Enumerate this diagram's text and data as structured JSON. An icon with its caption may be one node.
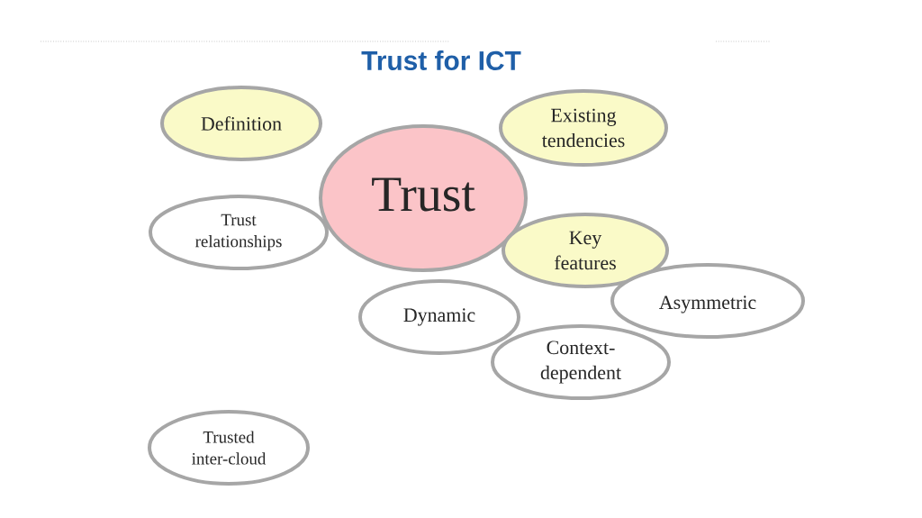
{
  "diagram": {
    "title": "Trust for ICT",
    "nodes": [
      {
        "text": [
          "Definition"
        ]
      },
      {
        "text": [
          "Existing tendencies"
        ]
      },
      {
        "text": [
          "Trust"
        ]
      },
      {
        "text": [
          "Trust relationships"
        ]
      },
      {
        "text": [
          "Key features"
        ]
      },
      {
        "text": [
          "Dynamic"
        ]
      },
      {
        "text": [
          "Asymmetric"
        ]
      },
      {
        "text": [
          "Context-dependent"
        ]
      },
      {
        "text": [
          "Trusted inter-cloud"
        ]
      }
    ]
  }
}
